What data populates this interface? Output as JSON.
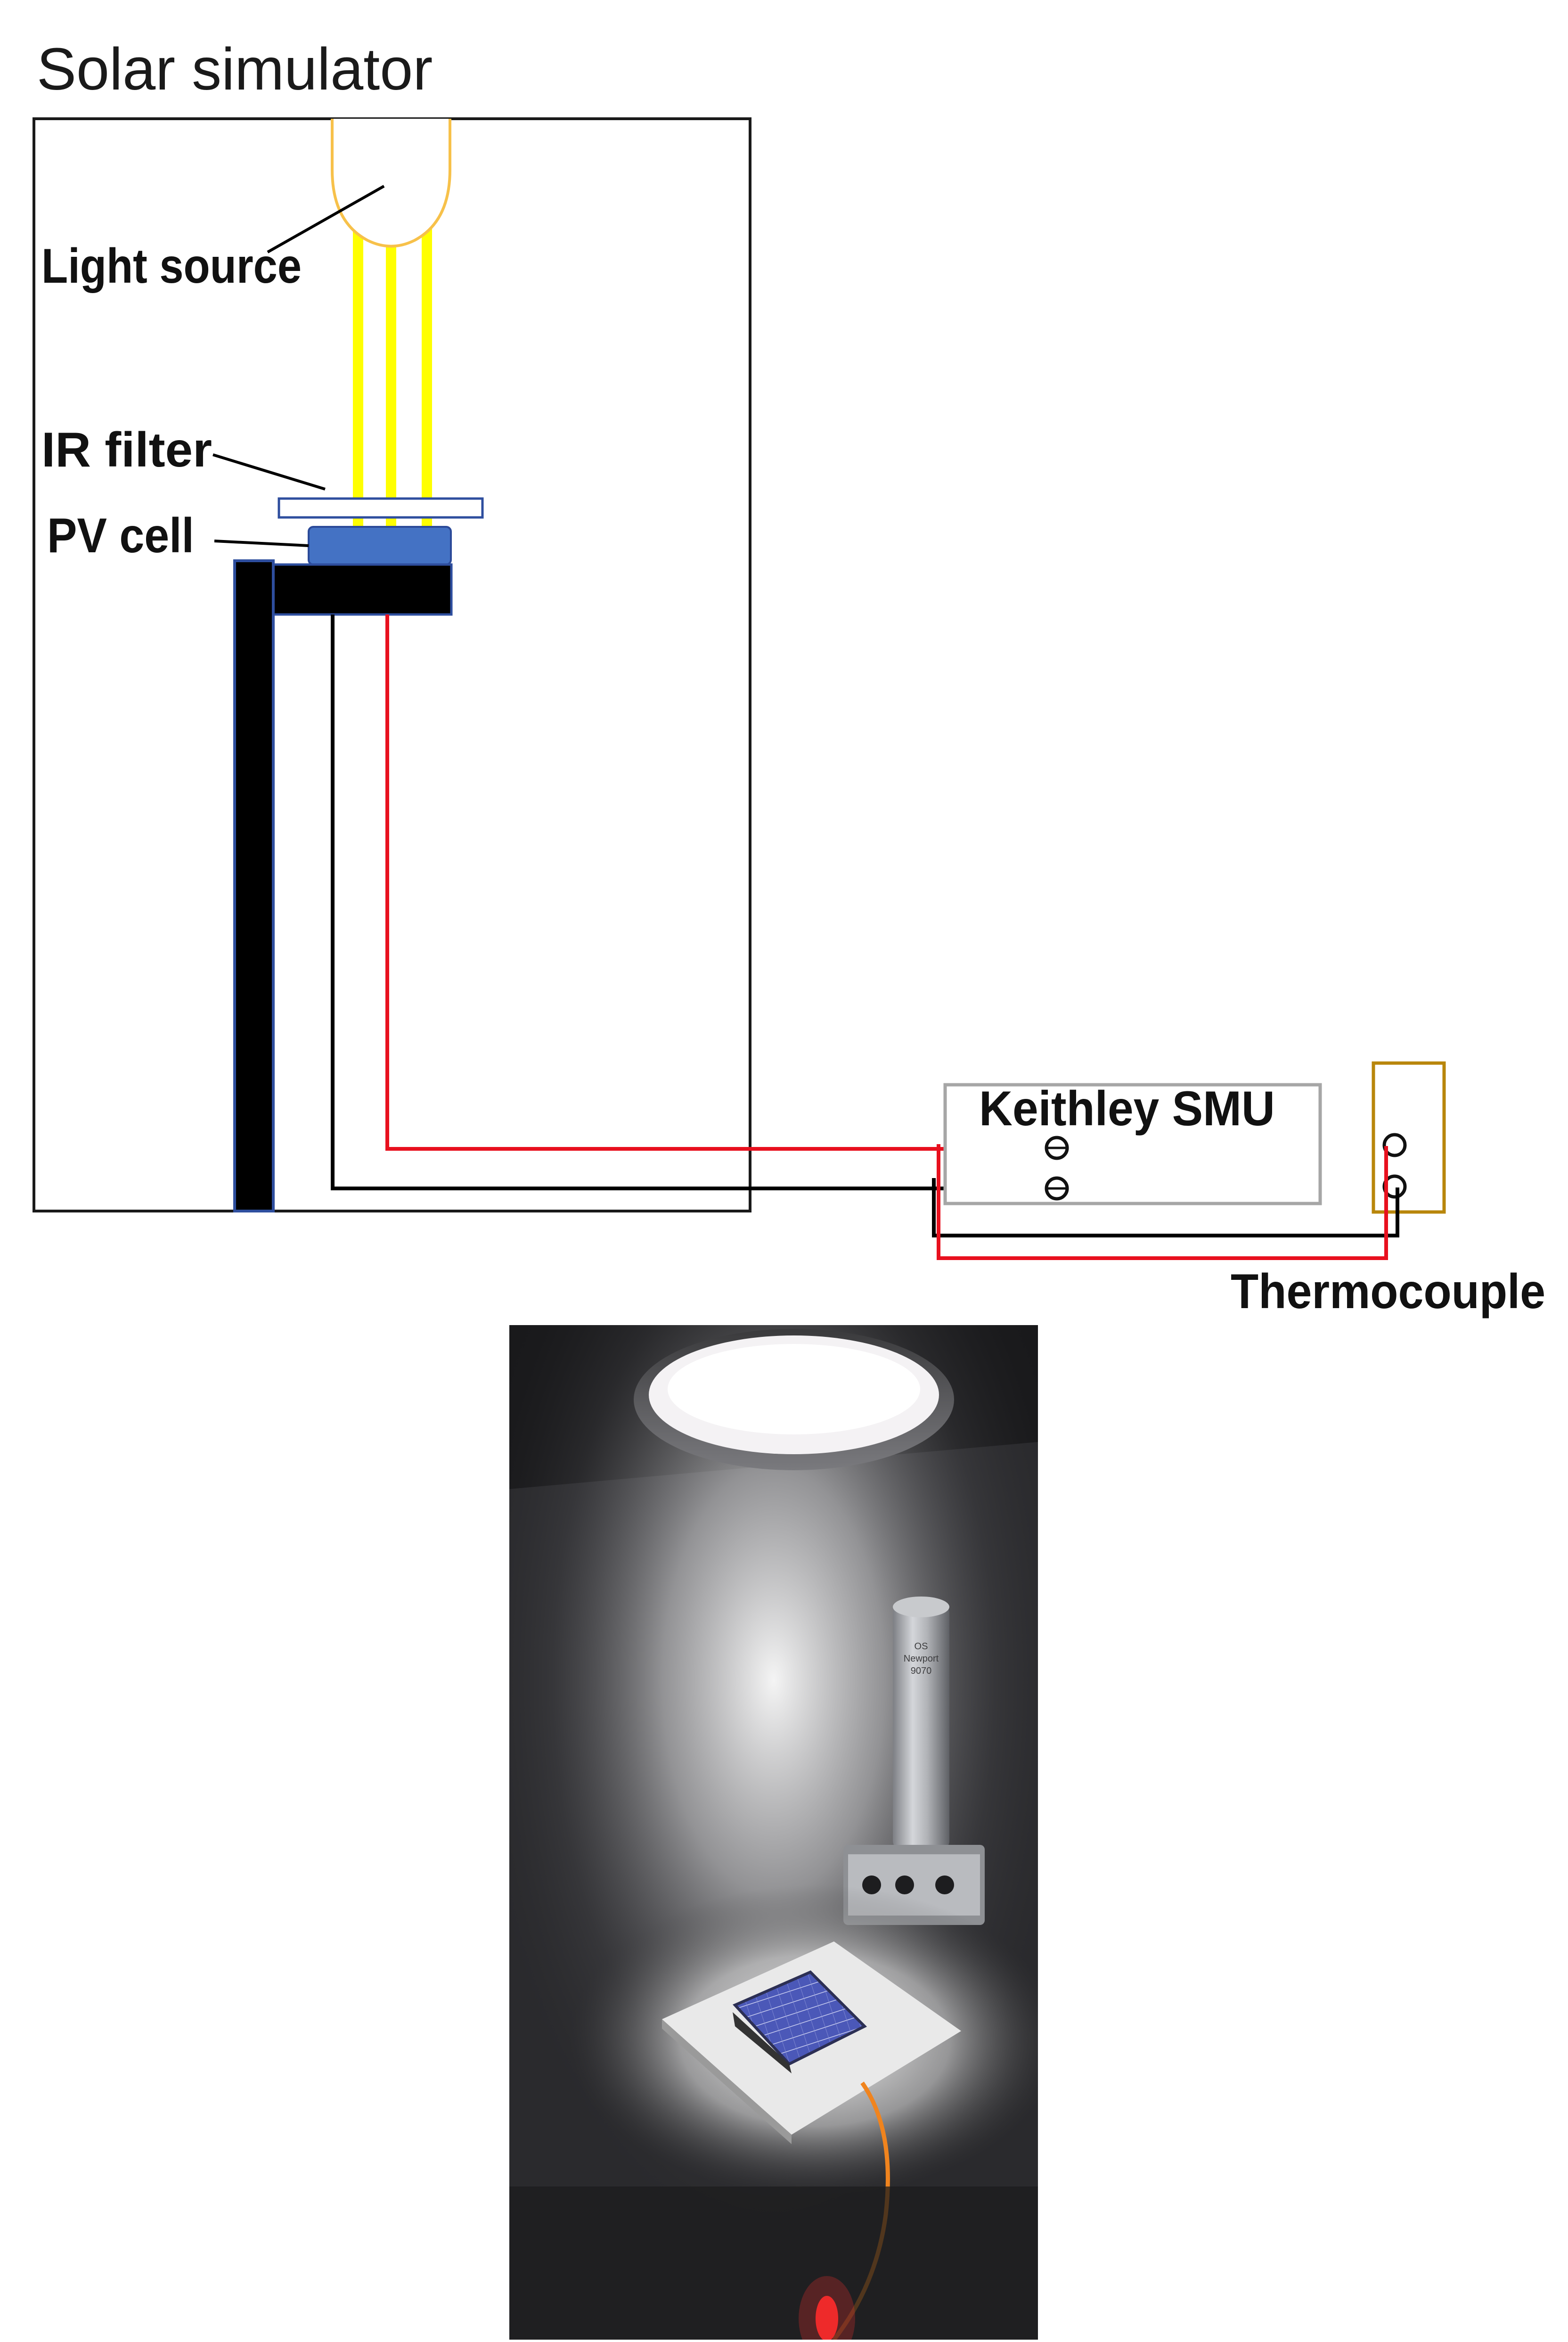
{
  "diagram": {
    "title": "Solar simulator",
    "labels": {
      "light_source": "Light source",
      "ir_filter": "IR filter",
      "pv_cell": "PV cell",
      "smu": "Keithley SMU",
      "thermocouple": "Thermocouple"
    }
  },
  "photo": {
    "lamp_label": "Newport",
    "lamp_label_lines": [
      "OS",
      "Newport",
      "9070"
    ]
  },
  "colors": {
    "frame": "#1a1a1a",
    "light_beam": "#ffff00",
    "lamp_outline": "#f7c14a",
    "ir_filter_outline": "#2e4e9e",
    "pv_cell": "#4472c4",
    "stand": "#000000",
    "stand_outline": "#2e4e9e",
    "positive_wire": "#e8101e",
    "negative_wire": "#000000",
    "smu_outline": "#a6a6a6",
    "thermocouple_outline": "#b8860b",
    "photo_background": "#222222"
  }
}
